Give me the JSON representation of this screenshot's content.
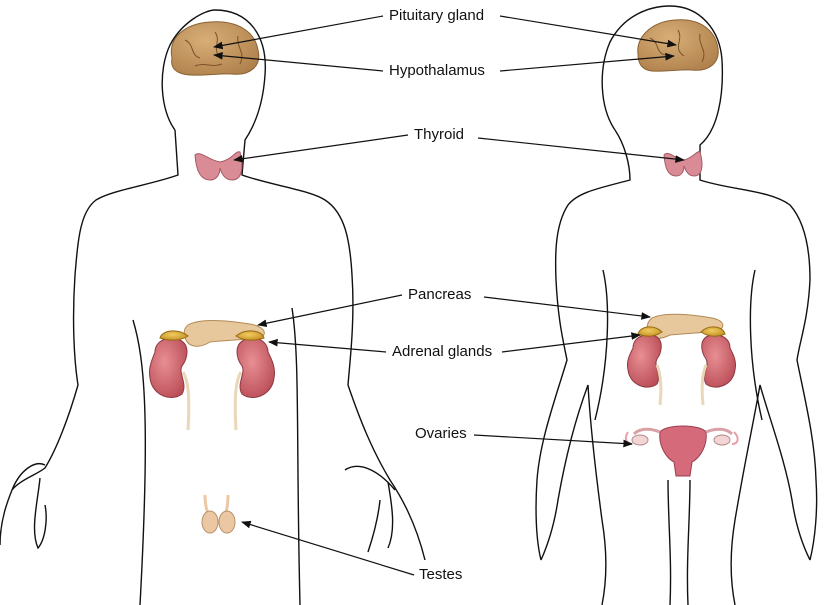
{
  "labels": {
    "pituitary": "Pituitary gland",
    "hypothalamus": "Hypothalamus",
    "thyroid": "Thyroid",
    "pancreas": "Pancreas",
    "adrenal": "Adrenal glands",
    "ovaries": "Ovaries",
    "testes": "Testes"
  },
  "colors": {
    "outline": "#111111",
    "brain": "#c4955e",
    "thyroid": "#d98c95",
    "pancreas": "#e7c89c",
    "kidney": "#c95a62",
    "adrenal": "#d9a52d",
    "ovary": "#e6b4b4",
    "testes": "#ebc8a3"
  }
}
